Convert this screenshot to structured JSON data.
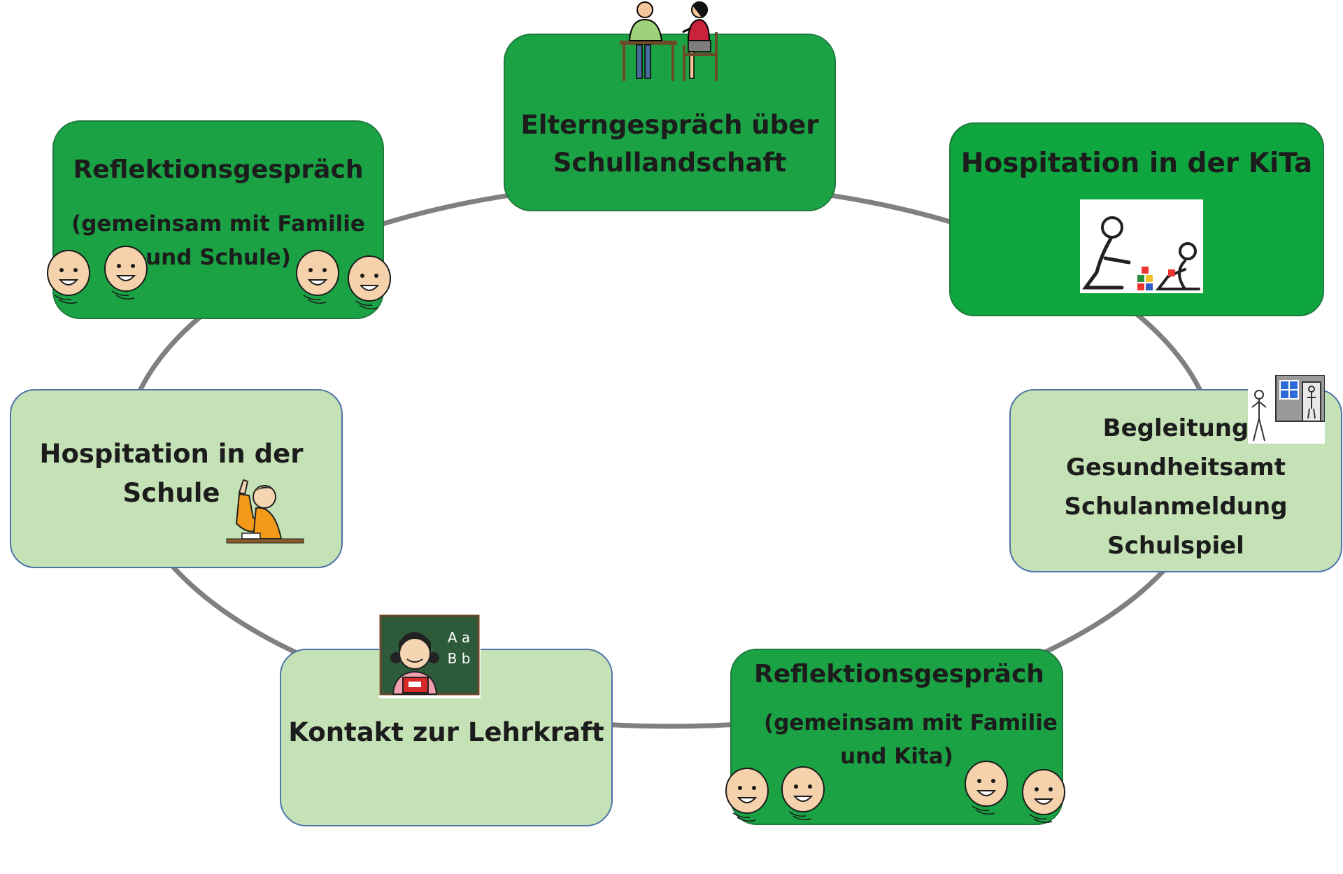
{
  "nodes": {
    "elterngespraech": {
      "line1": "Elterngespräch über",
      "line2": "Schullandschaft"
    },
    "hospitation_kita": {
      "title": "Hospitation in der KiTa"
    },
    "begleitung": {
      "line1": "Begleitung",
      "line2": "Gesundheitsamt",
      "line3": "Schulanmeldung",
      "line4": "Schulspiel"
    },
    "reflektion_kita": {
      "title": "Reflektionsgespräch",
      "sub1": "(gemeinsam mit Familie",
      "sub2": "und Kita)"
    },
    "kontakt_lehrkraft": {
      "title": "Kontakt zur Lehrkraft"
    },
    "hospitation_schule": {
      "line1": "Hospitation in der",
      "line2": "Schule"
    },
    "reflektion_schule": {
      "title": "Reflektionsgespräch",
      "sub1": "(gemeinsam mit Familie",
      "sub2": "und Schule)"
    }
  },
  "board_letters": {
    "row1": "A a",
    "row2": "B b"
  },
  "colors": {
    "dark_green": "#1aa244",
    "light_green": "#c5e2b6",
    "ring": "#808080"
  },
  "icons": [
    "meeting-icon",
    "kita-play-icon",
    "health-office-icon",
    "faces-icon",
    "teacher-blackboard-icon",
    "pupil-raising-hand-icon"
  ]
}
